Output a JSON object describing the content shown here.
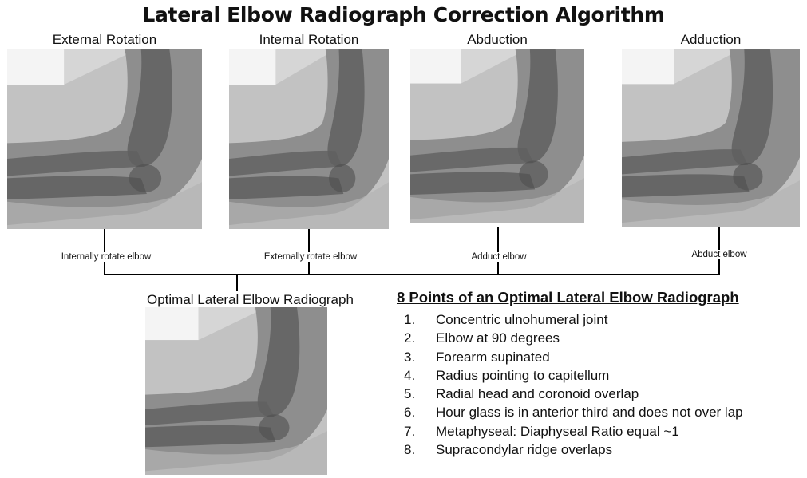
{
  "title": "Lateral Elbow Radiograph Correction Algorithm",
  "images": [
    {
      "label": "External Rotation",
      "correction": "Internally rotate elbow"
    },
    {
      "label": "Internal Rotation",
      "correction": "Externally rotate elbow"
    },
    {
      "label": "Abduction",
      "correction": "Adduct elbow"
    },
    {
      "label": "Adduction",
      "correction": "Abduct elbow"
    }
  ],
  "optimal": {
    "label": "Optimal Lateral Elbow Radiograph"
  },
  "points": {
    "heading": "8 Points of an Optimal Lateral Elbow Radiograph",
    "items": [
      {
        "num": "1.",
        "text": "Concentric ulnohumeral joint"
      },
      {
        "num": "2.",
        "text": "Elbow at 90 degrees"
      },
      {
        "num": "3.",
        "text": "Forearm supinated"
      },
      {
        "num": "4.",
        "text": "Radius pointing to capitellum"
      },
      {
        "num": "5.",
        "text": "Radial head and coronoid overlap"
      },
      {
        "num": "6.",
        "text": "Hour glass is in anterior third and does not over lap"
      },
      {
        "num": "7.",
        "text": "Metaphyseal: Diaphyseal Ratio equal ~1"
      },
      {
        "num": "8.",
        "text": "Supracondylar ridge overlaps"
      }
    ]
  }
}
